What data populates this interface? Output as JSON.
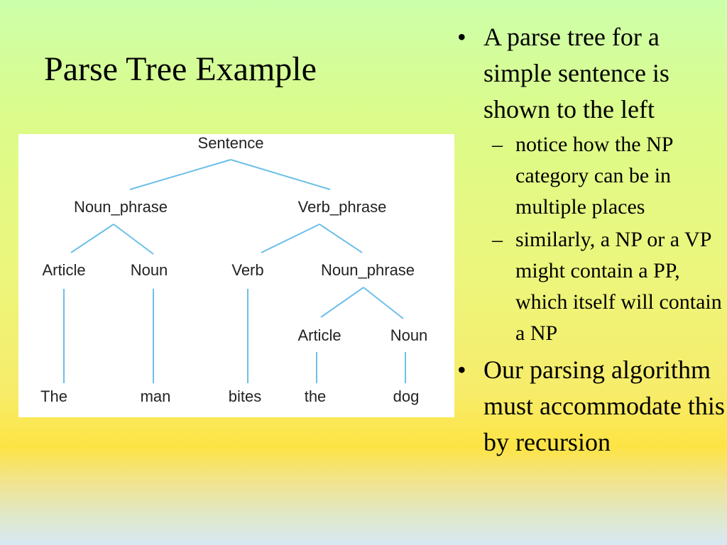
{
  "title": "Parse Tree Example",
  "tree": {
    "root": "Sentence",
    "np1": "Noun_phrase",
    "vp": "Verb_phrase",
    "art1": "Article",
    "noun1": "Noun",
    "verb": "Verb",
    "np2": "Noun_phrase",
    "art2": "Article",
    "noun2": "Noun",
    "w1": "The",
    "w2": "man",
    "w3": "bites",
    "w4": "the",
    "w5": "dog"
  },
  "bullets": [
    {
      "marker": "•",
      "text": "A parse tree for a simple sentence is shown to the left",
      "sub": [
        {
          "marker": "–",
          "text": "notice how the NP category can be in multiple places"
        },
        {
          "marker": "–",
          "text": "similarly, a NP or a VP might contain a PP, which itself will contain a NP"
        }
      ]
    },
    {
      "marker": "•",
      "text": "Our parsing algorithm must accommodate this by recursion"
    }
  ]
}
